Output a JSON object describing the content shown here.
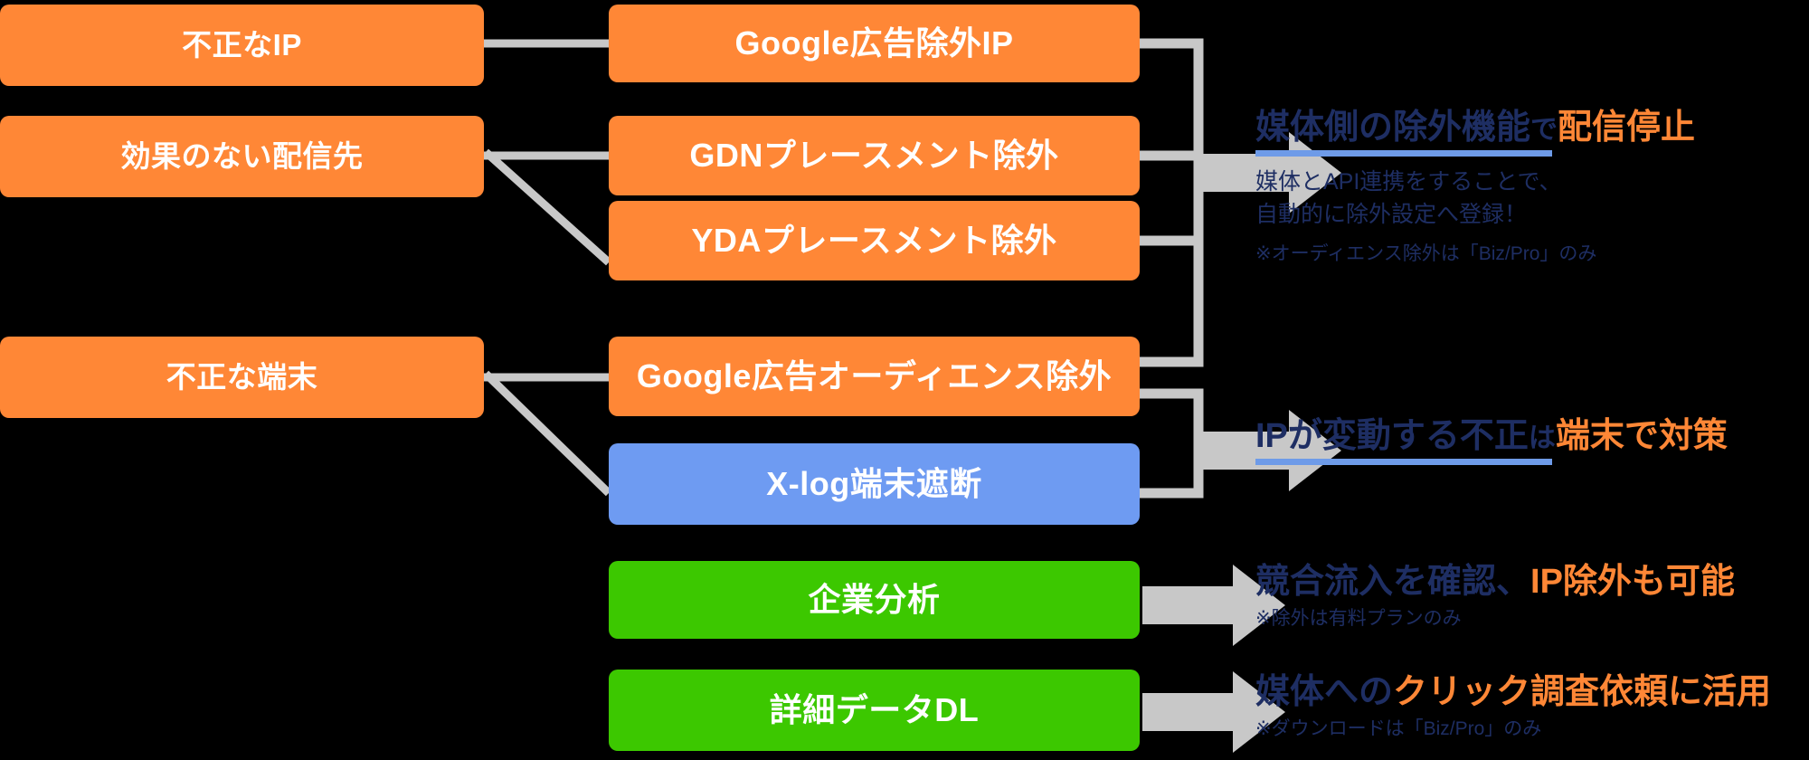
{
  "diagram": {
    "title": "広告不正対策フロー図",
    "colors": {
      "orange": "#FF8736",
      "blue": "#6E9BF2",
      "green": "#3CC800",
      "navy_text": "#1E2E63",
      "accent_orange": "#FF8736",
      "underline_blue": "#6E9BE8",
      "connector_gray": "#C8C8C8",
      "background": "#000000",
      "box_label": "#FFFFFF"
    },
    "left_column": [
      {
        "id": "bad-ip",
        "label": "不正なIP",
        "color": "orange"
      },
      {
        "id": "bad-placement",
        "label": "効果のない配信先",
        "color": "orange"
      },
      {
        "id": "bad-device",
        "label": "不正な端末",
        "color": "orange"
      }
    ],
    "middle_column": [
      {
        "id": "google-ads-exclude-ip",
        "label": "Google広告除外IP",
        "color": "orange"
      },
      {
        "id": "gdn-placement-exclude",
        "label": "GDNプレースメント除外",
        "color": "orange"
      },
      {
        "id": "yda-placement-exclude",
        "label": "YDAプレースメント除外",
        "color": "orange"
      },
      {
        "id": "google-ads-audience-exclude",
        "label": "Google広告オーディエンス除外",
        "color": "orange"
      },
      {
        "id": "xlog-device-block",
        "label": "X-log端末遮断",
        "color": "blue"
      },
      {
        "id": "company-analysis",
        "label": "企業分析",
        "color": "green"
      },
      {
        "id": "detail-data-dl",
        "label": "詳細データDL",
        "color": "green"
      }
    ],
    "callouts": [
      {
        "id": "media-side-exclusion",
        "headline_navy": "媒体側の除外機能",
        "headline_navy_small": "で",
        "headline_accent": "配信停止",
        "underline": true,
        "body": [
          "媒体とAPI連携をすることで、",
          "自動的に除外設定へ登録！"
        ],
        "note": "※オーディエンス除外は「Biz/Pro」のみ"
      },
      {
        "id": "device-countermeasure",
        "headline_navy": "IPが変動する不正",
        "headline_navy_small": "は",
        "headline_accent": "端末で対策",
        "underline": true,
        "body": [],
        "note": ""
      },
      {
        "id": "competitor-inflow",
        "headline_navy": "競合流入を確認、",
        "headline_navy_small": "",
        "headline_accent": "IP除外も可能",
        "underline": false,
        "body": [],
        "note": "※除外は有料プランのみ"
      },
      {
        "id": "click-investigation",
        "headline_navy": "媒体への",
        "headline_navy_small": "",
        "headline_accent": "クリック調査依頼に活用",
        "underline": false,
        "body": [],
        "note": "※ダウンロードは「Biz/Pro」のみ"
      }
    ]
  }
}
